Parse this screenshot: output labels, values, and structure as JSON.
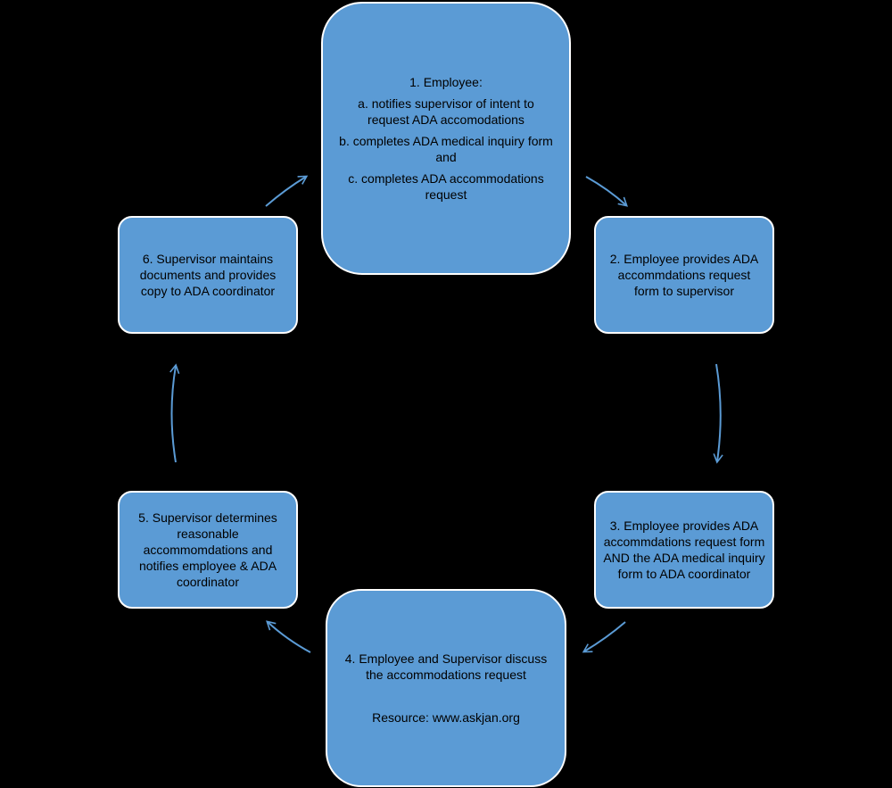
{
  "colors": {
    "background": "#000000",
    "box_fill": "#5b9bd5",
    "box_border": "#ffffff",
    "arrow": "#5b9bd5",
    "text": "#000000"
  },
  "steps": [
    {
      "id": "step1",
      "lines": [
        "1. Employee:",
        "a. notifies supervisor of intent to request ADA accomodations",
        "b.  completes ADA medical inquiry form and",
        "c. completes ADA accommodations request"
      ]
    },
    {
      "id": "step2",
      "lines": [
        "2. Employee provides ADA accommdations request form to supervisor"
      ]
    },
    {
      "id": "step3",
      "lines": [
        "3.  Employee provides ADA accommdations request form AND the ADA medical inquiry form to ADA coordinator"
      ]
    },
    {
      "id": "step4",
      "lines": [
        "4.  Employee and Supervisor discuss the accommodations request",
        "Resource: www.askjan.org"
      ]
    },
    {
      "id": "step5",
      "lines": [
        "5.  Supervisor determines reasonable accommomdations and notifies employee & ADA coordinator"
      ]
    },
    {
      "id": "step6",
      "lines": [
        "6.  Supervisor maintains documents and provides copy to ADA coordinator"
      ]
    }
  ],
  "connectors": [
    {
      "from": "step1",
      "to": "step2"
    },
    {
      "from": "step2",
      "to": "step3"
    },
    {
      "from": "step3",
      "to": "step4"
    },
    {
      "from": "step4",
      "to": "step5"
    },
    {
      "from": "step5",
      "to": "step6"
    },
    {
      "from": "step6",
      "to": "step1"
    }
  ]
}
